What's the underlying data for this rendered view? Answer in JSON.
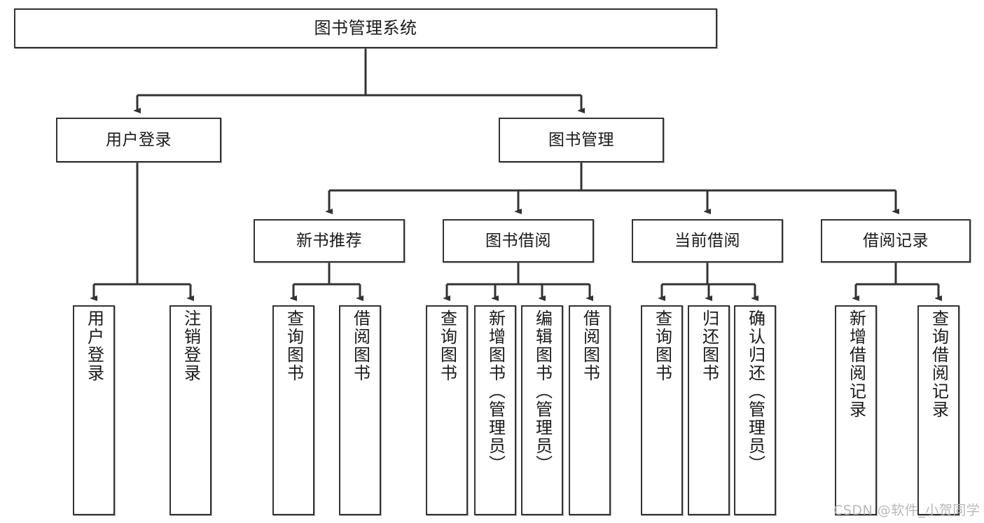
{
  "diagram": {
    "type": "tree-hierarchy",
    "title": "图书管理系统",
    "root": {
      "label": "图书管理系统"
    },
    "level2": [
      {
        "label": "用户登录"
      },
      {
        "label": "图书管理"
      }
    ],
    "level3": [
      {
        "label": "新书推荐"
      },
      {
        "label": "图书借阅"
      },
      {
        "label": "当前借阅"
      },
      {
        "label": "借阅记录"
      }
    ],
    "leaves": {
      "user_login": [
        {
          "label": "用户登录"
        },
        {
          "label": "注销登录"
        }
      ],
      "new_book_recommend": [
        {
          "label": "查询图书"
        },
        {
          "label": "借阅图书"
        }
      ],
      "book_borrow": [
        {
          "label": "查询图书"
        },
        {
          "label": "新增图书（管理员）"
        },
        {
          "label": "编辑图书（管理员）"
        },
        {
          "label": "借阅图书"
        }
      ],
      "current_borrow": [
        {
          "label": "查询图书"
        },
        {
          "label": "归还图书"
        },
        {
          "label": "确认归还（管理员）"
        }
      ],
      "borrow_records": [
        {
          "label": "新增借阅记录"
        },
        {
          "label": "查询借阅记录"
        }
      ]
    }
  },
  "watermark": {
    "text": "CSDN @软件_小贺同学"
  },
  "colors": {
    "stroke": "#333333",
    "background": "#ffffff",
    "text": "#1a1a1a",
    "watermark": "#b8b8b8"
  }
}
